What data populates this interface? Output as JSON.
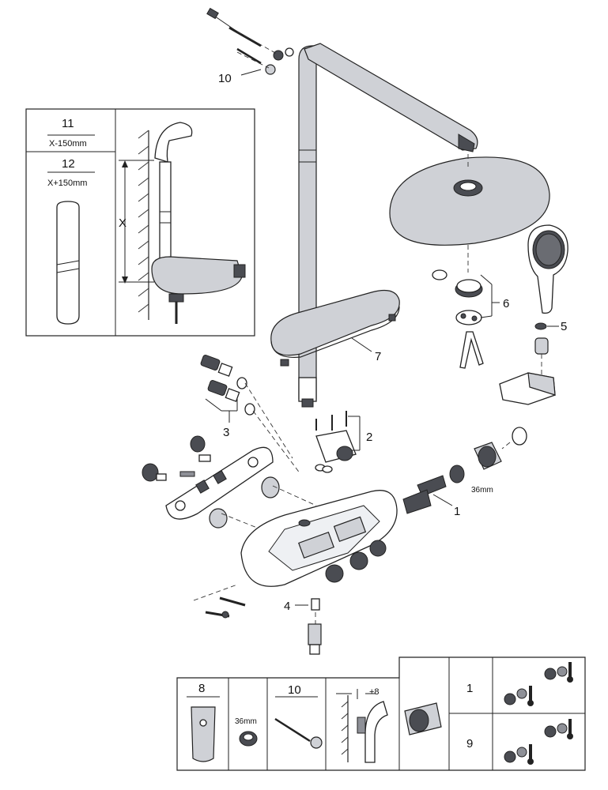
{
  "callouts": {
    "c1": "1",
    "c2": "2",
    "c3": "3",
    "c4": "4",
    "c5": "5",
    "c6": "6",
    "c7": "7",
    "c10": "10",
    "wrench_size": "36mm"
  },
  "inset": {
    "item11": "11",
    "item11_dim": "X-150mm",
    "item12": "12",
    "item12_dim": "X+150mm",
    "x_label": "X"
  },
  "bottom_table": {
    "tool8": "8",
    "ring_size": "36mm",
    "screw10": "10",
    "offset": "+8",
    "row1": "1",
    "row9": "9"
  }
}
